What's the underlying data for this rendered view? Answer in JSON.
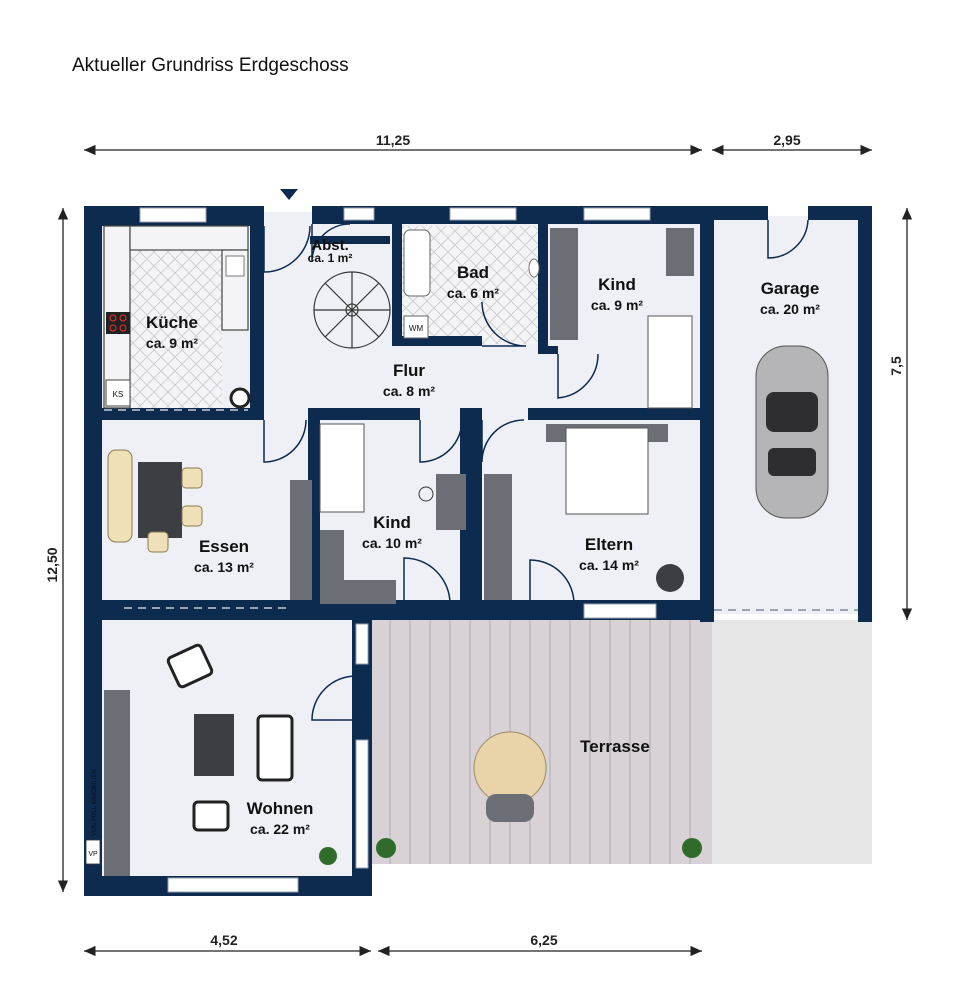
{
  "title": "Aktueller Grundriss Erdgeschoss",
  "dimensions": {
    "top_main": "11,25",
    "top_garage": "2,95",
    "left": "12,50",
    "right": "7,5",
    "bottom_left": "4,52",
    "bottom_right": "6,25"
  },
  "rooms": {
    "abst": {
      "name": "Abst.",
      "area": "ca. 1 m²"
    },
    "bad": {
      "name": "Bad",
      "area": "ca. 6 m²"
    },
    "kind_top": {
      "name": "Kind",
      "area": "ca. 9 m²"
    },
    "garage": {
      "name": "Garage",
      "area": "ca. 20 m²"
    },
    "kueche": {
      "name": "Küche",
      "area": "ca. 9 m²"
    },
    "flur": {
      "name": "Flur",
      "area": "ca. 8 m²"
    },
    "essen": {
      "name": "Essen",
      "area": "ca. 13 m²"
    },
    "kind_mid": {
      "name": "Kind",
      "area": "ca. 10 m²"
    },
    "eltern": {
      "name": "Eltern",
      "area": "ca. 14 m²"
    },
    "terrasse": {
      "name": "Terrasse"
    },
    "wohnen": {
      "name": "Wohnen",
      "area": "ca. 22 m²"
    }
  },
  "appliances": {
    "ks": "KS",
    "wm": "WM"
  },
  "logo": {
    "mark": "VP",
    "text": "VON POLL IMMOBILIEN"
  },
  "colors": {
    "wall": "#0d2a4f",
    "floor": "#eef0f6",
    "terrace": "#d8d2d6",
    "outside": "#e6e6e6"
  }
}
